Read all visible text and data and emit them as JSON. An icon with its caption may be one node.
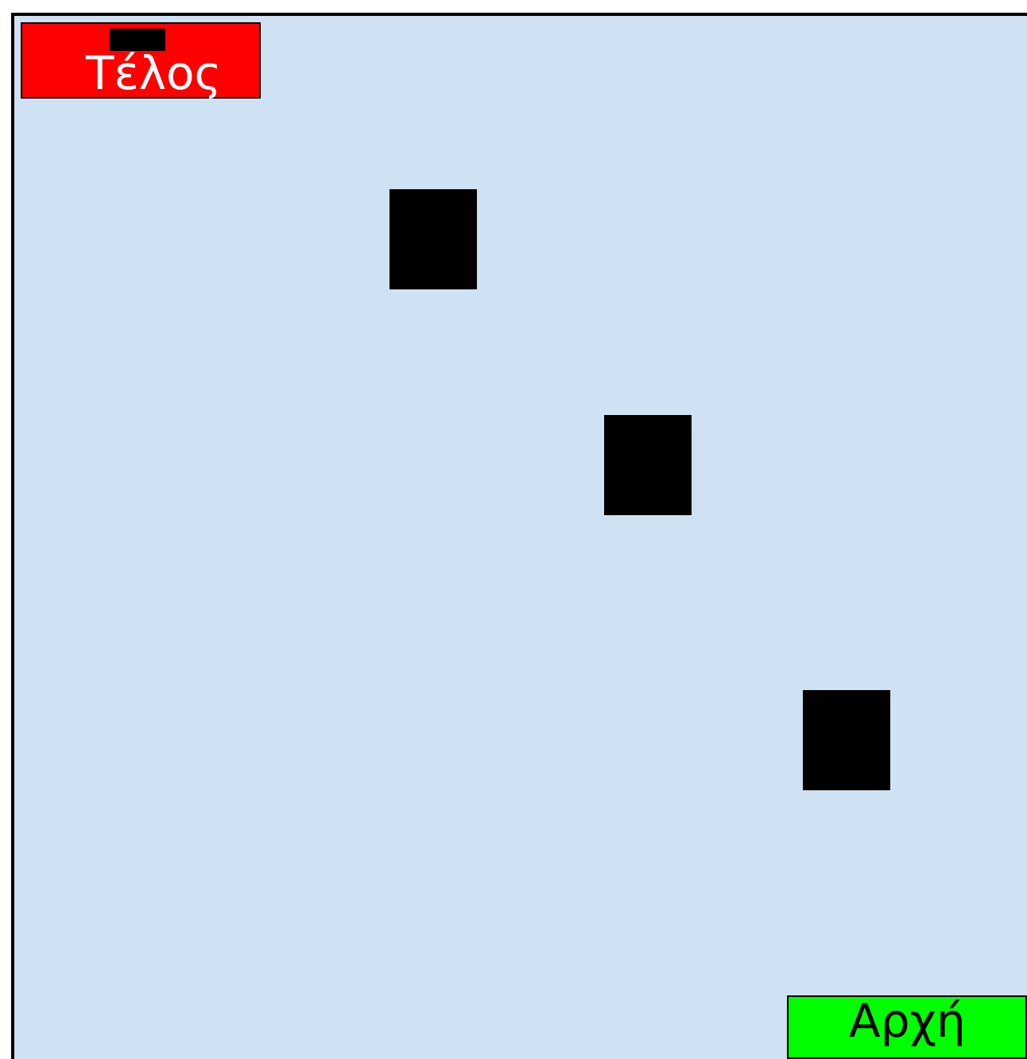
{
  "diagram": {
    "nodes": [
      {
        "text": [
          "Τέλος"
        ]
      },
      {
        "text": [],
        "shape": "box",
        "in": 0
      },
      {
        "text": [],
        "shape": "box"
      },
      {
        "text": [],
        "shape": "box"
      },
      {
        "text": [],
        "shape": "box"
      },
      {
        "text": [
          "Αρχή"
        ]
      }
    ]
  }
}
